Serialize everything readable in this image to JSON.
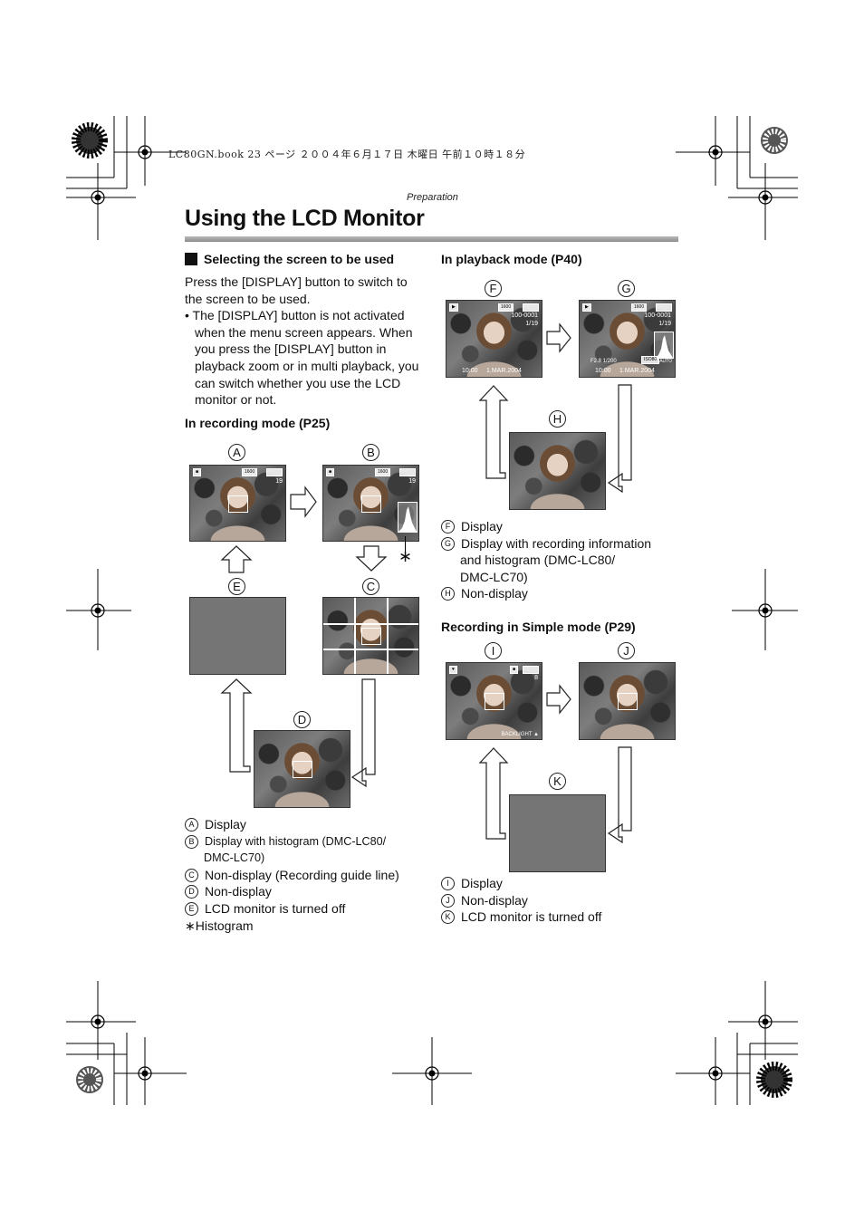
{
  "header": {
    "printer_note": "LC80GN.book  23 ページ  ２００４年６月１７日  木曜日  午前１０時１８分",
    "section_label": "Preparation"
  },
  "page_title": "Using the LCD Monitor",
  "left": {
    "heading": "Selecting the screen to be used",
    "intro": "Press the [DISPLAY] button to switch to the screen to be used.",
    "bullet": "• The [DISPLAY] button is not activated when the menu screen appears. When you press the [DISPLAY] button in playback zoom or in multi playback, you can switch whether you use the LCD monitor or not.",
    "recording_heading": "In recording mode (P25)",
    "recording_screens": {
      "A": "A",
      "B": "B",
      "C": "C",
      "D": "D",
      "E": "E",
      "size": "1600",
      "shots": "19",
      "asterisk": "∗"
    },
    "captions": [
      {
        "mark": "A",
        "text": "Display"
      },
      {
        "mark": "B",
        "text": "Display with histogram (DMC-LC80/"
      },
      {
        "mark": "",
        "text": "DMC-LC70)"
      },
      {
        "mark": "C",
        "text": "Non-display (Recording guide line)"
      },
      {
        "mark": "D",
        "text": "Non-display"
      },
      {
        "mark": "E",
        "text": "LCD monitor is turned off"
      }
    ],
    "histogram_note": "∗Histogram"
  },
  "right": {
    "playback_heading": "In playback mode (P40)",
    "playback_screens": {
      "F": "F",
      "G": "G",
      "H": "H",
      "size": "1600",
      "file": "100-0001",
      "count": "1/19",
      "time": "10:00",
      "date": "1.MAR.2004",
      "exposure": "F2.8 1/200",
      "iso": "ISO80",
      "wb": "AUTO"
    },
    "playback_captions": [
      {
        "mark": "F",
        "text": "Display"
      },
      {
        "mark": "G",
        "text": "Display with recording information"
      },
      {
        "mark": "",
        "text": "and histogram (DMC-LC80/"
      },
      {
        "mark": "",
        "text": "DMC-LC70)"
      },
      {
        "mark": "H",
        "text": "Non-display"
      }
    ],
    "simple_heading": "Recording in Simple mode (P29)",
    "simple_screens": {
      "I": "I",
      "J": "J",
      "K": "K",
      "shots": "8",
      "backlight": "BACKLIGHT ▲"
    },
    "simple_captions": [
      {
        "mark": "I",
        "text": "Display"
      },
      {
        "mark": "J",
        "text": "Non-display"
      },
      {
        "mark": "K",
        "text": "LCD monitor is turned off"
      }
    ]
  },
  "colors": {
    "rule": "#9a9a9a",
    "lcd_off": "#757575",
    "ink": "#111111"
  }
}
